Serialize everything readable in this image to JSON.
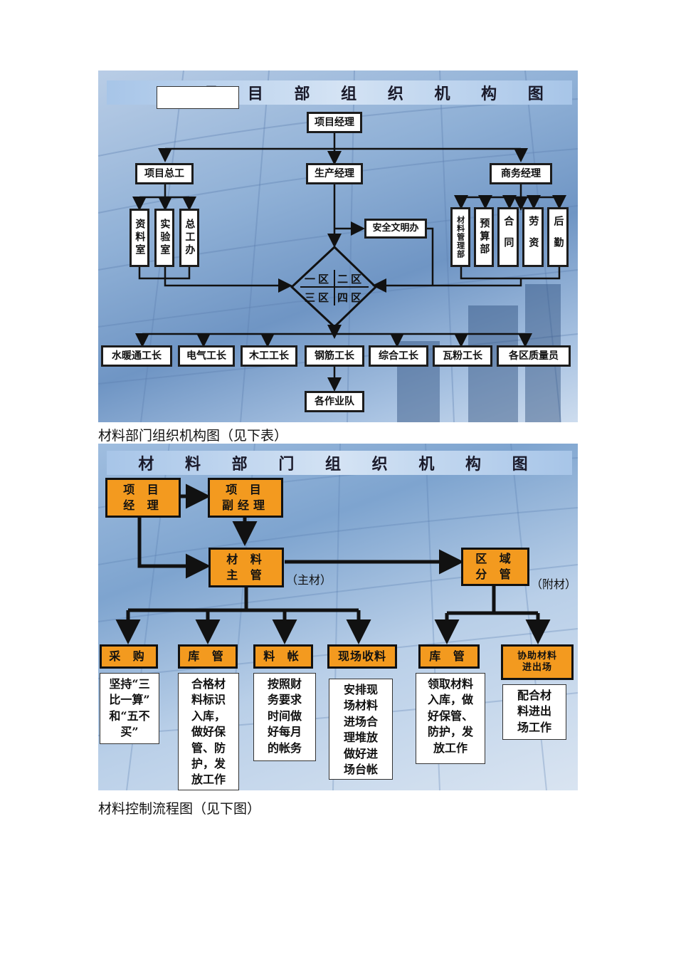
{
  "chart1": {
    "title": "项 目 部 组 织 机 构 图",
    "top": "项目经理",
    "level2": [
      "项目总工",
      "生产经理",
      "商务经理"
    ],
    "left_depts": [
      "资料室",
      "实验室",
      "总工办"
    ],
    "safety": "安全文明办",
    "right_depts": [
      "材料管理部",
      "预算部",
      "合同",
      "劳资",
      "后勤"
    ],
    "zones": [
      "一区",
      "二区",
      "三区",
      "四区"
    ],
    "foremen": [
      "水暖通工长",
      "电气工长",
      "木工工长",
      "钢筋工长",
      "综合工长",
      "瓦粉工长",
      "各区质量员"
    ],
    "teams": "各作业队"
  },
  "caption1": "材料部门组织机构图（见下表）",
  "chart2": {
    "title": "材 料 部 门 组 织 机 构 图",
    "pm": "项  目\n经  理",
    "vpm": "项  目\n副经理",
    "main": "材  料\n主  管",
    "main_note": "（主材）",
    "area": "区  域\n分  管",
    "area_note": "（附材）",
    "roles": [
      "采  购",
      "库  管",
      "料  帐",
      "现场收料",
      "库  管",
      "协助材料\n进出场"
    ],
    "duties": [
      "坚持“三\n比一算”\n和“五不\n买”",
      "合格材\n料标识\n入库，\n做好保\n管、防\n护，发\n放工作",
      "按照财\n务要求\n时间做\n好每月\n的帐务",
      "安排现\n场材料\n进场合\n理堆放\n做好进\n场台帐",
      "领取材料\n入库，做\n好保管、\n防护，发\n放工作",
      "配合材\n料进出\n场工作"
    ]
  },
  "caption2": "材料控制流程图（见下图）"
}
